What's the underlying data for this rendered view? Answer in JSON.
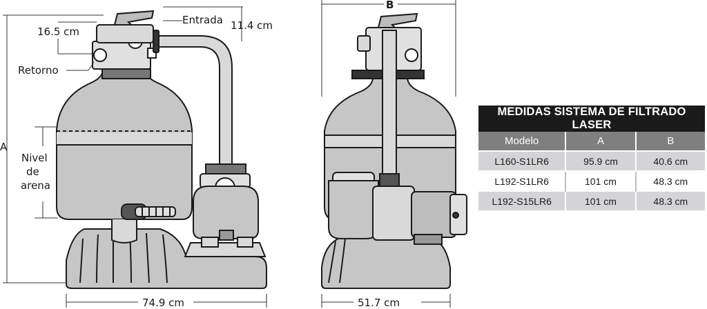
{
  "labels": {
    "entrada": "Entrada",
    "retorno": "Retorno",
    "nivel_l1": "Nivel",
    "nivel_l2": "de",
    "nivel_l3": "arena",
    "dim_a": "A",
    "dim_b": "B",
    "dim_top_left": "16.5 cm",
    "dim_top_right": "11.4 cm",
    "dim_width_front": "74.9 cm",
    "dim_width_side": "51.7 cm"
  },
  "table": {
    "title": "MEDIDAS SISTEMA DE FILTRADO LASER",
    "headers": [
      "Modelo",
      "A",
      "B"
    ],
    "rows": [
      [
        "L160-S1LR6",
        "95.9 cm",
        "40.6 cm"
      ],
      [
        "L192-S1LR6",
        "101 cm",
        "48.3 cm"
      ],
      [
        "L192-S15LR6",
        "101 cm",
        "48.3 cm"
      ]
    ]
  },
  "colors": {
    "ink": "#1a1a1a",
    "tank": "#c6c6c6",
    "tank_light": "#d9d9d9",
    "header_gray": "#7f7f7f",
    "row_shade": "#d4d4d6"
  }
}
